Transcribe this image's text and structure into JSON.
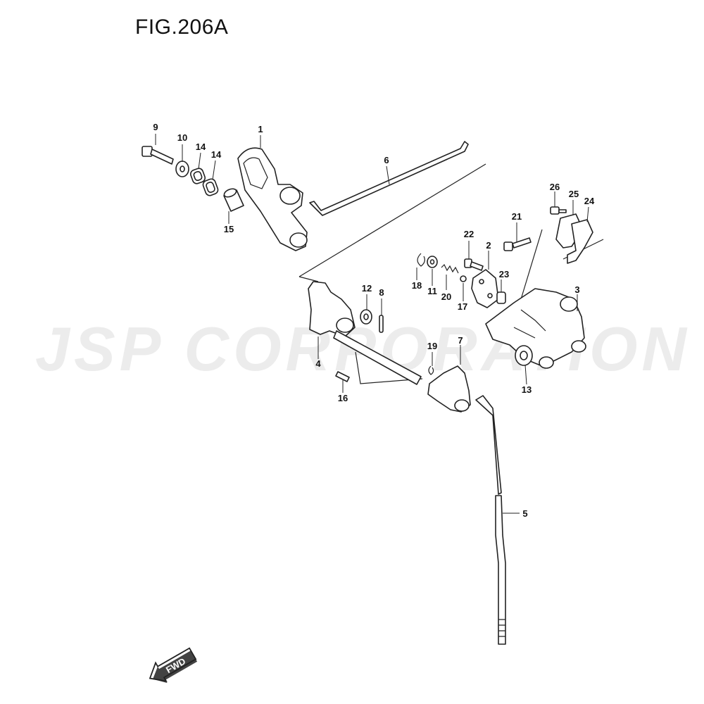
{
  "figure": {
    "title": "FIG.206A"
  },
  "watermark": {
    "text": "JSP CORPORATION"
  },
  "fwd_badge": {
    "text": "FWD"
  },
  "callouts": [
    {
      "id": "1",
      "label": "1"
    },
    {
      "id": "2",
      "label": "2"
    },
    {
      "id": "3",
      "label": "3"
    },
    {
      "id": "4",
      "label": "4"
    },
    {
      "id": "5",
      "label": "5"
    },
    {
      "id": "6",
      "label": "6"
    },
    {
      "id": "7",
      "label": "7"
    },
    {
      "id": "8",
      "label": "8"
    },
    {
      "id": "9",
      "label": "9"
    },
    {
      "id": "10",
      "label": "10"
    },
    {
      "id": "11",
      "label": "11"
    },
    {
      "id": "12",
      "label": "12"
    },
    {
      "id": "13",
      "label": "13"
    },
    {
      "id": "14a",
      "label": "14"
    },
    {
      "id": "14b",
      "label": "14"
    },
    {
      "id": "15",
      "label": "15"
    },
    {
      "id": "16",
      "label": "16"
    },
    {
      "id": "17",
      "label": "17"
    },
    {
      "id": "18",
      "label": "18"
    },
    {
      "id": "19",
      "label": "19"
    },
    {
      "id": "20",
      "label": "20"
    },
    {
      "id": "21",
      "label": "21"
    },
    {
      "id": "22",
      "label": "22"
    },
    {
      "id": "23",
      "label": "23"
    },
    {
      "id": "24",
      "label": "24"
    },
    {
      "id": "25",
      "label": "25"
    },
    {
      "id": "26",
      "label": "26"
    }
  ]
}
